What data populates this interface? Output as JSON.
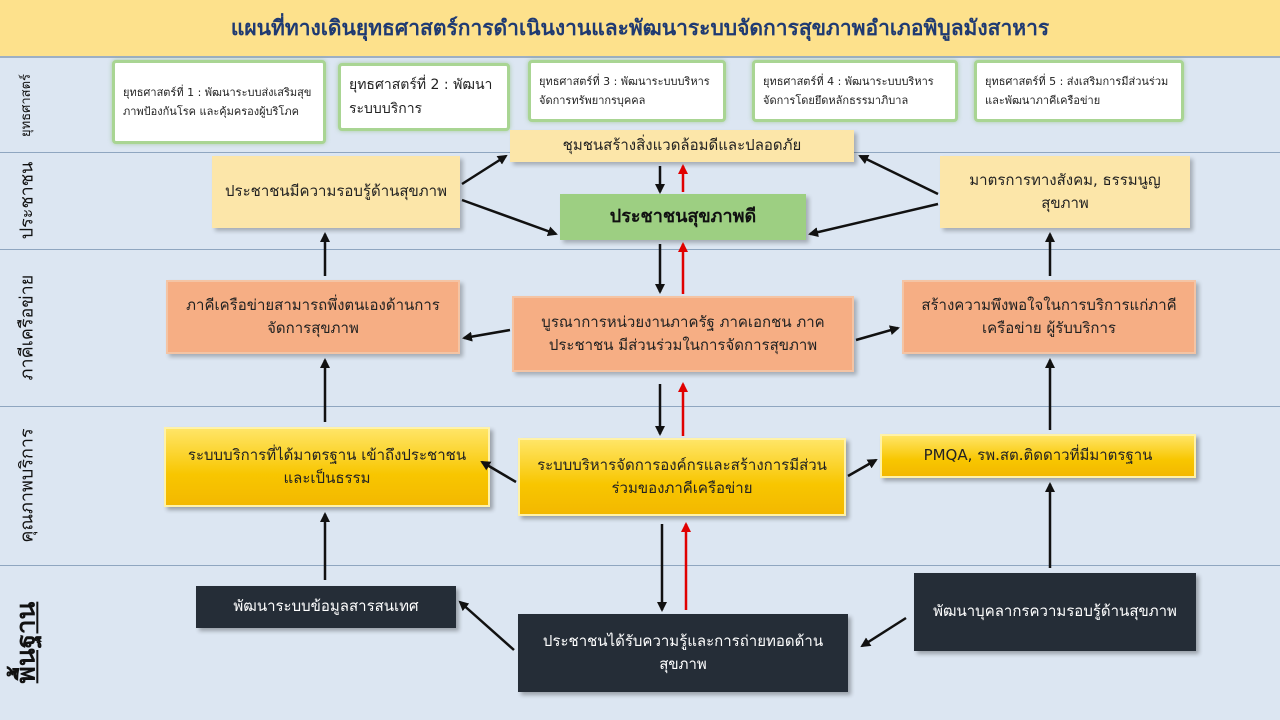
{
  "title": "แผนที่ทางเดินยุทธศาสตร์การดำเนินงานและพัฒนาระบบจัดการสุขภาพอำเภอพิบูลมังสาหาร",
  "row_labels": {
    "strategy": "ยุทธศาสตร์",
    "people": "ประชาชน",
    "network": "ภาคีเครือข่าย",
    "quality": "คุณภาพบริการ",
    "foundation": "พื้นฐาน"
  },
  "strategies": [
    "ยุทธศาสตร์ที่ 1 : พัฒนาระบบส่งเสริมสุขภาพป้องกันโรค และคุ้มครองผู้บริโภค",
    "ยุทธศาสตร์ที่ 2 : พัฒนาระบบบริการ",
    "ยุทธศาสตร์ที่ 3 : พัฒนาระบบบริหารจัดการทรัพยากรบุคคล",
    "ยุทธศาสตร์ที่ 4 : พัฒนาระบบบริหารจัดการโดยยึดหลักธรรมาภิบาล",
    "ยุทธศาสตร์ที่ 5 : ส่งเสริมการมีส่วนร่วมและพัฒนาภาคีเครือข่าย"
  ],
  "people": {
    "left": "ประชาชนมีความรอบรู้ด้านสุขภาพ",
    "top": "ชุมชนสร้างสิ่งแวดล้อมดีและปลอดภัย",
    "center": "ประชาชนสุขภาพดี",
    "right": "มาตรการทางสังคม, ธรรมนูญสุขภาพ"
  },
  "network": {
    "left": "ภาคีเครือข่ายสามารถพึ่งตนเองด้านการจัดการสุขภาพ",
    "center": "บูรณาการหน่วยงานภาครัฐ ภาคเอกชน ภาคประชาชน มีส่วนร่วมในการจัดการสุขภาพ",
    "right": "สร้างความพึงพอใจในการบริการแก่ภาคีเครือข่าย ผู้รับบริการ"
  },
  "quality": {
    "left": "ระบบบริการที่ได้มาตรฐาน เข้าถึงประชาชน และเป็นธรรม",
    "center": "ระบบบริหารจัดการองค์กรและสร้างการมีส่วนร่วมของภาคีเครือข่าย",
    "right": "PMQA, รพ.สต.ติดดาวที่มีมาตรฐาน"
  },
  "foundation": {
    "left": "พัฒนาระบบข้อมูลสารสนเทศ",
    "center": "ประชาชนได้รับความรู้และการถ่ายทอดด้านสุขภาพ",
    "right": "พัฒนาบุคลากรความรอบรู้ด้านสุขภาพ"
  },
  "colors": {
    "title_bg": "#fde18c",
    "title_text": "#1f3a72",
    "background": "#dce6f2",
    "strategy_border": "#a9d593",
    "cream": "#fce6a9",
    "green": "#9dcf82",
    "peach": "#f6ae84",
    "gold": "#f8c600",
    "dark": "#252d37",
    "arrow": "#111111",
    "arrow_up": "#e00000"
  }
}
